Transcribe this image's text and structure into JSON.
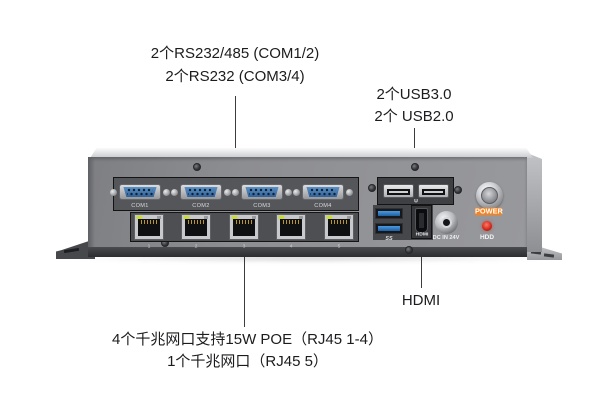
{
  "annotations": {
    "serial": {
      "line1": "2个RS232/485 (COM1/2)",
      "line2": "2个RS232 (COM3/4)"
    },
    "usb": {
      "line1": "2个USB3.0",
      "line2": "2个 USB2.0"
    },
    "lan": {
      "line1": "4个千兆网口支持15W POE（RJ45 1-4）",
      "line2": "1个千兆网口（RJ45 5）"
    },
    "hdmi": {
      "label": "HDMI"
    }
  },
  "device": {
    "com_ports": [
      "COM1",
      "COM2",
      "COM3",
      "COM4"
    ],
    "lan_port_tags": [
      "1",
      "2",
      "3",
      "4",
      "5"
    ],
    "usb3_mark": "SS",
    "usb_icon_glyph": "Ψ",
    "hdmi_port_mark": "HDMI",
    "dc_mark": "DC IN 24V",
    "power_mark": "POWER",
    "hdd_mark": "HDD"
  },
  "colors": {
    "accent_orange": "#f5821f",
    "led_yellow": "#cbdc3a",
    "led_red": "#d42a1e",
    "usb3_blue": "#2f7cc4",
    "db9_blue": "#3f74ad"
  }
}
